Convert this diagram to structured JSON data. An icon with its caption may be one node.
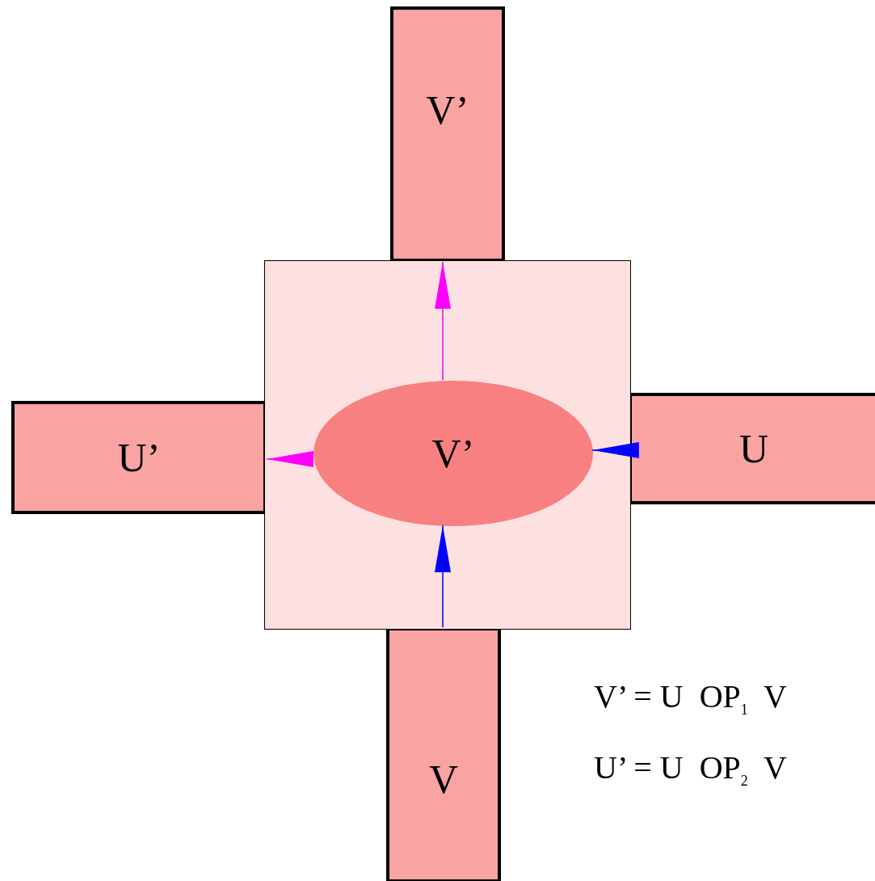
{
  "diagram": {
    "nodes": [
      {
        "text": [
          "V’"
        ]
      },
      {
        "text": [],
        "shape": "box"
      },
      {
        "text": [
          "U’"
        ]
      },
      {
        "text": [
          "V’"
        ],
        "in": 1
      },
      {
        "text": [
          "U"
        ]
      },
      {
        "text": [
          "V"
        ]
      }
    ],
    "edges": [
      {
        "from": 4,
        "to": 3,
        "arrow": "to",
        "color": "#0000ff"
      },
      {
        "from": 5,
        "to": 3,
        "arrow": "to",
        "color": "#0000ff"
      },
      {
        "from": 3,
        "to": 0,
        "arrow": "to",
        "color": "#ff00ff"
      },
      {
        "from": 3,
        "to": 2,
        "arrow": "to",
        "color": "#ff00ff"
      }
    ],
    "labels": [
      "V’ = U  OP$_{1}$  V",
      "U’ = U  OP$_{2}$  V"
    ]
  }
}
